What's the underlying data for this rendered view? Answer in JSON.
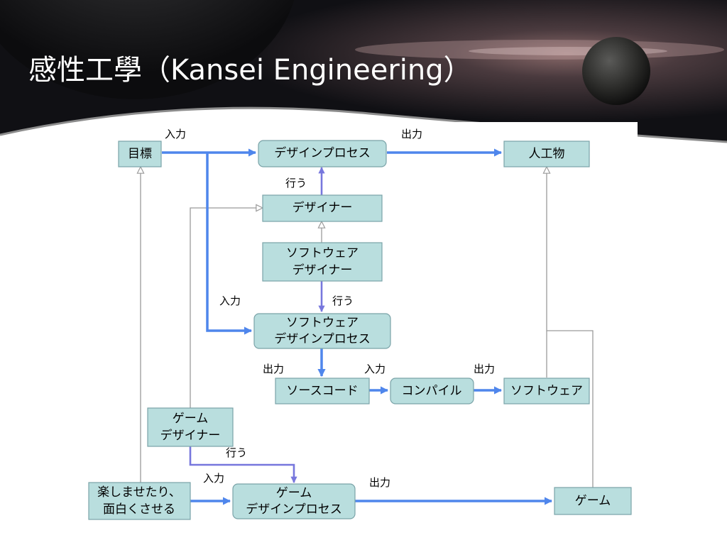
{
  "slide": {
    "title": "感性工學（Kansei Engineering）"
  },
  "nodes": {
    "goal": "目標",
    "design_process": "デザインプロセス",
    "artifact": "人工物",
    "designer": "デザイナー",
    "sw_designer": [
      "ソフトウェア",
      "デザイナー"
    ],
    "sw_design_process": [
      "ソフトウェア",
      "デザインプロセス"
    ],
    "source_code": "ソースコード",
    "compile": "コンパイル",
    "software": "ソフトウェア",
    "game_designer": [
      "ゲーム",
      "デザイナー"
    ],
    "fun": [
      "楽しませたり、",
      "面白くさせる"
    ],
    "game_design_process": [
      "ゲーム",
      "デザインプロセス"
    ],
    "game": "ゲーム"
  },
  "edge_labels": {
    "input_goal": "入力",
    "output_design": "出力",
    "does_designer": "行う",
    "input_sw": "入力",
    "does_sw": "行う",
    "output_sw": "出力",
    "input_compile": "入力",
    "output_compile": "出力",
    "does_game": "行う",
    "input_game": "入力",
    "output_game": "出力"
  },
  "colors": {
    "node_fill": "#b9dede",
    "node_border": "#7aa3a8",
    "flow_arrow": "#4f86ec",
    "does_arrow": "#7777dd",
    "inherit_line": "#9a9a9a"
  }
}
